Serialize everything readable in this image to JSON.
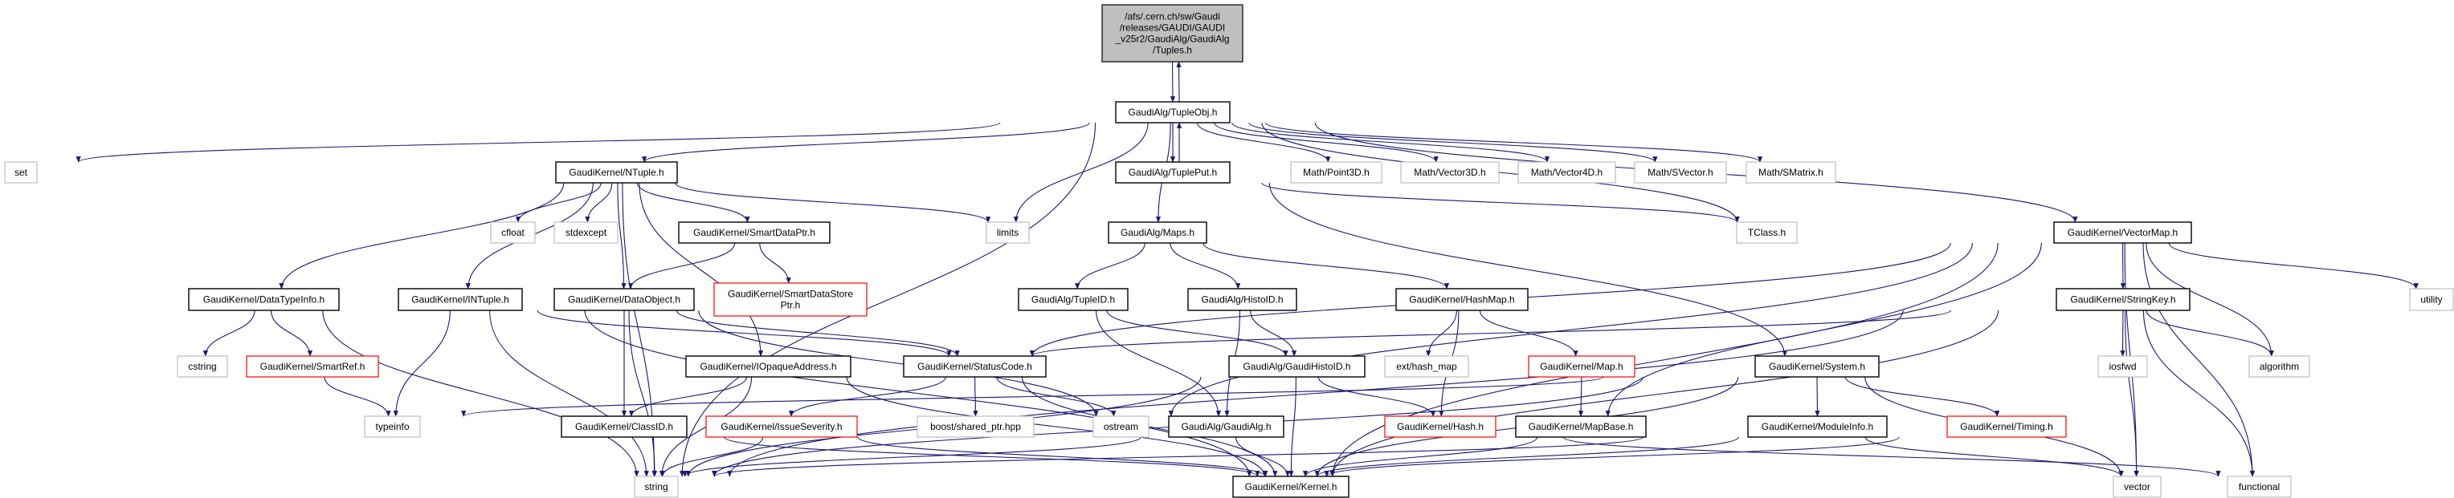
{
  "graph": {
    "colors": {
      "edge": "#191970",
      "root_fill": "#bfbfbf",
      "documented": "#000000",
      "external": "#bfbfbf",
      "incomplete": "#ff0000"
    },
    "nodes": [
      {
        "id": "tuples",
        "lines": [
          "/afs/.cern.ch/sw/Gaudi",
          "/releases/GAUDI/GAUDI",
          "_v25r2/GaudiAlg/GaudiAlg",
          "/Tuples.h"
        ],
        "kind": "root"
      },
      {
        "id": "tupleobj",
        "lines": [
          "GaudiAlg/TupleObj.h"
        ],
        "kind": "documented"
      },
      {
        "id": "set",
        "lines": [
          "set"
        ],
        "kind": "external"
      },
      {
        "id": "ntuple",
        "lines": [
          "GaudiKernel/NTuple.h"
        ],
        "kind": "documented"
      },
      {
        "id": "cfloat",
        "lines": [
          "cfloat"
        ],
        "kind": "external"
      },
      {
        "id": "stdexcept",
        "lines": [
          "stdexcept"
        ],
        "kind": "external"
      },
      {
        "id": "smartdataptr",
        "lines": [
          "GaudiKernel/SmartDataPtr.h"
        ],
        "kind": "documented"
      },
      {
        "id": "datatypeinfo",
        "lines": [
          "GaudiKernel/DataTypeInfo.h"
        ],
        "kind": "documented"
      },
      {
        "id": "intuple",
        "lines": [
          "GaudiKernel/INTuple.h"
        ],
        "kind": "documented"
      },
      {
        "id": "dataobject",
        "lines": [
          "GaudiKernel/DataObject.h"
        ],
        "kind": "documented"
      },
      {
        "id": "smartdatastoreptr",
        "lines": [
          "GaudiKernel/SmartDataStore",
          "Ptr.h"
        ],
        "kind": "incomplete"
      },
      {
        "id": "cstring",
        "lines": [
          "cstring"
        ],
        "kind": "external"
      },
      {
        "id": "smartref",
        "lines": [
          "GaudiKernel/SmartRef.h"
        ],
        "kind": "incomplete"
      },
      {
        "id": "iopaque",
        "lines": [
          "GaudiKernel/IOpaqueAddress.h"
        ],
        "kind": "documented"
      },
      {
        "id": "typeinfo",
        "lines": [
          "typeinfo"
        ],
        "kind": "external"
      },
      {
        "id": "classid",
        "lines": [
          "GaudiKernel/ClassID.h"
        ],
        "kind": "documented"
      },
      {
        "id": "issueseverity",
        "lines": [
          "GaudiKernel/IssueSeverity.h"
        ],
        "kind": "incomplete"
      },
      {
        "id": "string",
        "lines": [
          "string"
        ],
        "kind": "external"
      },
      {
        "id": "tupleput",
        "lines": [
          "GaudiAlg/TuplePut.h"
        ],
        "kind": "documented"
      },
      {
        "id": "point3d",
        "lines": [
          "Math/Point3D.h"
        ],
        "kind": "external"
      },
      {
        "id": "vector3d",
        "lines": [
          "Math/Vector3D.h"
        ],
        "kind": "external"
      },
      {
        "id": "vector4d",
        "lines": [
          "Math/Vector4D.h"
        ],
        "kind": "external"
      },
      {
        "id": "svector",
        "lines": [
          "Math/SVector.h"
        ],
        "kind": "external"
      },
      {
        "id": "smatrix",
        "lines": [
          "Math/SMatrix.h"
        ],
        "kind": "external"
      },
      {
        "id": "limits",
        "lines": [
          "limits"
        ],
        "kind": "external"
      },
      {
        "id": "maps",
        "lines": [
          "GaudiAlg/Maps.h"
        ],
        "kind": "documented"
      },
      {
        "id": "tclass",
        "lines": [
          "TClass.h"
        ],
        "kind": "external"
      },
      {
        "id": "vectormap",
        "lines": [
          "GaudiKernel/VectorMap.h"
        ],
        "kind": "documented"
      },
      {
        "id": "tupleid",
        "lines": [
          "GaudiAlg/TupleID.h"
        ],
        "kind": "documented"
      },
      {
        "id": "histoid",
        "lines": [
          "GaudiAlg/HistoID.h"
        ],
        "kind": "documented"
      },
      {
        "id": "hashmap",
        "lines": [
          "GaudiKernel/HashMap.h"
        ],
        "kind": "documented"
      },
      {
        "id": "stringkey",
        "lines": [
          "GaudiKernel/StringKey.h"
        ],
        "kind": "documented"
      },
      {
        "id": "utility",
        "lines": [
          "utility"
        ],
        "kind": "external"
      },
      {
        "id": "statuscode",
        "lines": [
          "GaudiKernel/StatusCode.h"
        ],
        "kind": "documented"
      },
      {
        "id": "gaudihistoid",
        "lines": [
          "GaudiAlg/GaudiHistoID.h"
        ],
        "kind": "documented"
      },
      {
        "id": "exthashmap",
        "lines": [
          "ext/hash_map"
        ],
        "kind": "external"
      },
      {
        "id": "map",
        "lines": [
          "GaudiKernel/Map.h"
        ],
        "kind": "incomplete"
      },
      {
        "id": "system",
        "lines": [
          "GaudiKernel/System.h"
        ],
        "kind": "documented"
      },
      {
        "id": "iosfwd",
        "lines": [
          "iosfwd"
        ],
        "kind": "external"
      },
      {
        "id": "algorithm",
        "lines": [
          "algorithm"
        ],
        "kind": "external"
      },
      {
        "id": "boost",
        "lines": [
          "boost/shared_ptr.hpp"
        ],
        "kind": "external"
      },
      {
        "id": "ostream",
        "lines": [
          "ostream"
        ],
        "kind": "external"
      },
      {
        "id": "gaudialg",
        "lines": [
          "GaudiAlg/GaudiAlg.h"
        ],
        "kind": "documented"
      },
      {
        "id": "hash",
        "lines": [
          "GaudiKernel/Hash.h"
        ],
        "kind": "incomplete"
      },
      {
        "id": "mapbase",
        "lines": [
          "GaudiKernel/MapBase.h"
        ],
        "kind": "documented"
      },
      {
        "id": "moduleinfo",
        "lines": [
          "GaudiKernel/ModuleInfo.h"
        ],
        "kind": "documented"
      },
      {
        "id": "timing",
        "lines": [
          "GaudiKernel/Timing.h"
        ],
        "kind": "incomplete"
      },
      {
        "id": "kernel",
        "lines": [
          "GaudiKernel/Kernel.h"
        ],
        "kind": "documented"
      },
      {
        "id": "vector",
        "lines": [
          "vector"
        ],
        "kind": "external"
      },
      {
        "id": "functional",
        "lines": [
          "functional"
        ],
        "kind": "external"
      }
    ],
    "edges": [
      [
        "tuples",
        "tupleobj"
      ],
      [
        "tupleobj",
        "tuples"
      ],
      [
        "tupleobj",
        "set"
      ],
      [
        "tupleobj",
        "string"
      ],
      [
        "tupleobj",
        "ntuple"
      ],
      [
        "tupleobj",
        "limits"
      ],
      [
        "tupleobj",
        "maps"
      ],
      [
        "tupleobj",
        "tupleput"
      ],
      [
        "tupleput",
        "tupleobj"
      ],
      [
        "tupleobj",
        "point3d"
      ],
      [
        "tupleobj",
        "vector3d"
      ],
      [
        "tupleobj",
        "vector4d"
      ],
      [
        "tupleobj",
        "svector"
      ],
      [
        "tupleobj",
        "smatrix"
      ],
      [
        "tupleobj",
        "tclass"
      ],
      [
        "tupleobj",
        "vectormap"
      ],
      [
        "tupleput",
        "tclass"
      ],
      [
        "tupleput",
        "system"
      ],
      [
        "ntuple",
        "string"
      ],
      [
        "ntuple",
        "cfloat"
      ],
      [
        "ntuple",
        "stdexcept"
      ],
      [
        "ntuple",
        "smartdataptr"
      ],
      [
        "ntuple",
        "dataobject"
      ],
      [
        "ntuple",
        "intuple"
      ],
      [
        "ntuple",
        "datatypeinfo"
      ],
      [
        "ntuple",
        "iopaque"
      ],
      [
        "ntuple",
        "limits"
      ],
      [
        "smartdataptr",
        "dataobject"
      ],
      [
        "smartdataptr",
        "smartdatastoreptr"
      ],
      [
        "datatypeinfo",
        "cstring"
      ],
      [
        "datatypeinfo",
        "smartref"
      ],
      [
        "datatypeinfo",
        "string"
      ],
      [
        "smartref",
        "typeinfo"
      ],
      [
        "intuple",
        "typeinfo"
      ],
      [
        "intuple",
        "string"
      ],
      [
        "intuple",
        "kernel"
      ],
      [
        "intuple",
        "statuscode"
      ],
      [
        "dataobject",
        "classid"
      ],
      [
        "dataobject",
        "string"
      ],
      [
        "dataobject",
        "statuscode"
      ],
      [
        "dataobject",
        "ostream"
      ],
      [
        "iopaque",
        "classid"
      ],
      [
        "iopaque",
        "string"
      ],
      [
        "iopaque",
        "kernel"
      ],
      [
        "statuscode",
        "issueseverity"
      ],
      [
        "statuscode",
        "boost"
      ],
      [
        "statuscode",
        "ostream"
      ],
      [
        "statuscode",
        "kernel"
      ],
      [
        "issueseverity",
        "string"
      ],
      [
        "issueseverity",
        "kernel"
      ],
      [
        "classid",
        "kernel"
      ],
      [
        "maps",
        "tupleid"
      ],
      [
        "maps",
        "histoid"
      ],
      [
        "maps",
        "hashmap"
      ],
      [
        "tupleid",
        "gaudialg"
      ],
      [
        "tupleid",
        "gaudihistoid"
      ],
      [
        "histoid",
        "gaudialg"
      ],
      [
        "histoid",
        "gaudihistoid"
      ],
      [
        "hashmap",
        "exthashmap"
      ],
      [
        "hashmap",
        "hash"
      ],
      [
        "hashmap",
        "map"
      ],
      [
        "map",
        "mapbase"
      ],
      [
        "gaudihistoid",
        "hash"
      ],
      [
        "gaudihistoid",
        "kernel"
      ],
      [
        "gaudihistoid",
        "string"
      ],
      [
        "gaudialg",
        "kernel"
      ],
      [
        "gaudialg",
        "string"
      ],
      [
        "hash",
        "functional"
      ],
      [
        "mapbase",
        "kernel"
      ],
      [
        "vectormap",
        "stringkey"
      ],
      [
        "vectormap",
        "algorithm"
      ],
      [
        "vectormap",
        "vector"
      ],
      [
        "vectormap",
        "functional"
      ],
      [
        "vectormap",
        "utility"
      ],
      [
        "vectormap",
        "statuscode"
      ],
      [
        "vectormap",
        "ostream"
      ],
      [
        "vectormap",
        "mapbase"
      ],
      [
        "vectormap",
        "kernel"
      ],
      [
        "stringkey",
        "iosfwd"
      ],
      [
        "stringkey",
        "vector"
      ],
      [
        "stringkey",
        "functional"
      ],
      [
        "stringkey",
        "algorithm"
      ],
      [
        "stringkey",
        "kernel"
      ],
      [
        "stringkey",
        "statuscode"
      ],
      [
        "stringkey",
        "string"
      ],
      [
        "system",
        "moduleinfo"
      ],
      [
        "system",
        "timing"
      ],
      [
        "system",
        "vector"
      ],
      [
        "system",
        "typeinfo"
      ],
      [
        "system",
        "string"
      ],
      [
        "system",
        "kernel"
      ],
      [
        "moduleinfo",
        "kernel"
      ],
      [
        "moduleinfo",
        "string"
      ],
      [
        "moduleinfo",
        "vector"
      ],
      [
        "timing",
        "kernel"
      ]
    ]
  }
}
